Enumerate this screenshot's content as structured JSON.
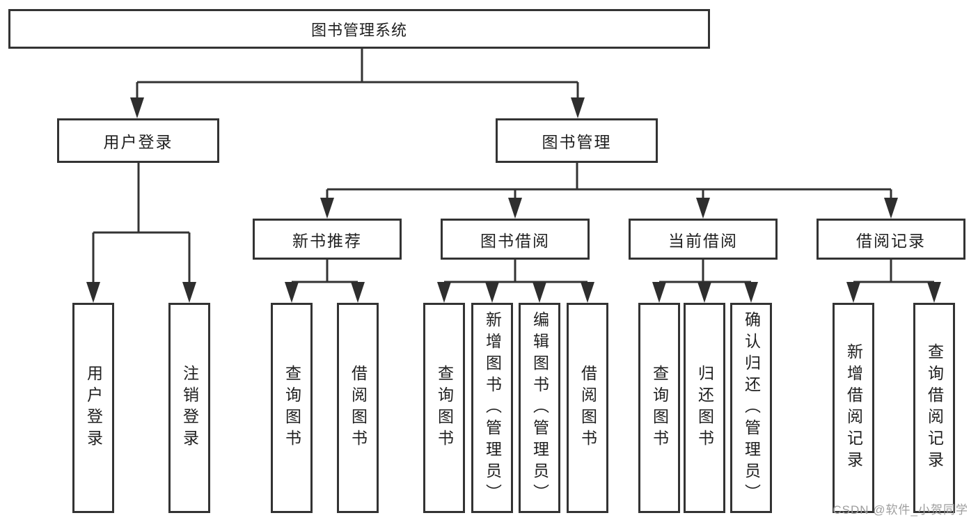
{
  "tree": {
    "label": "图书管理系统",
    "children": [
      {
        "label": "用户登录",
        "children": [
          {
            "label": "用户登录"
          },
          {
            "label": "注销登录"
          }
        ]
      },
      {
        "label": "图书管理",
        "children": [
          {
            "label": "新书推荐",
            "children": [
              {
                "label": "查询图书"
              },
              {
                "label": "借阅图书"
              }
            ]
          },
          {
            "label": "图书借阅",
            "children": [
              {
                "label": "查询图书"
              },
              {
                "label": "新增图书（管理员）"
              },
              {
                "label": "编辑图书（管理员）"
              },
              {
                "label": "借阅图书"
              }
            ]
          },
          {
            "label": "当前借阅",
            "children": [
              {
                "label": "查询图书"
              },
              {
                "label": "归还图书"
              },
              {
                "label": "确认归还（管理员）"
              }
            ]
          },
          {
            "label": "借阅记录",
            "children": [
              {
                "label": "新增借阅记录"
              },
              {
                "label": "查询借阅记录"
              }
            ]
          }
        ]
      }
    ]
  },
  "watermark": "CSDN @软件_小贺同学",
  "colors": {
    "line": "#333333",
    "text": "#1f1f1f",
    "background": "#ffffff",
    "watermark": "#9e9e9e"
  }
}
